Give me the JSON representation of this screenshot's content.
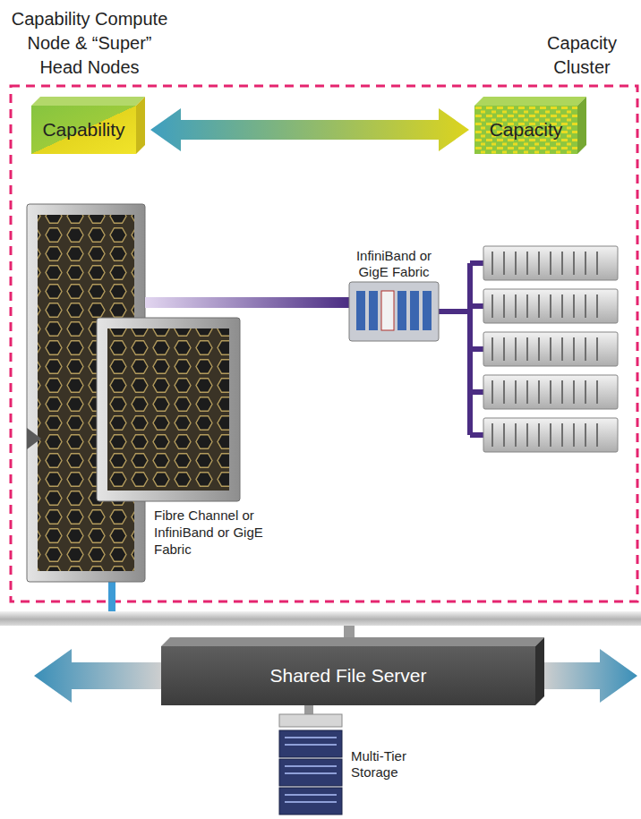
{
  "diagram": {
    "nodes": [
      {
        "text": [
          "Capability"
        ]
      },
      {
        "text": [
          "Capacity"
        ]
      },
      {
        "text": [
          "Shared File Server"
        ]
      }
    ],
    "edges": [
      {
        "from": 0,
        "to": 1,
        "arrow": "both"
      }
    ],
    "labels": [
      "Capability Compute Node & “Super” Head Nodes",
      "Capacity Cluster",
      "InfiniBand or GigE Fabric",
      "Fibre Channel or InfiniBand or GigE Fabric",
      "Multi-Tier Storage"
    ]
  }
}
